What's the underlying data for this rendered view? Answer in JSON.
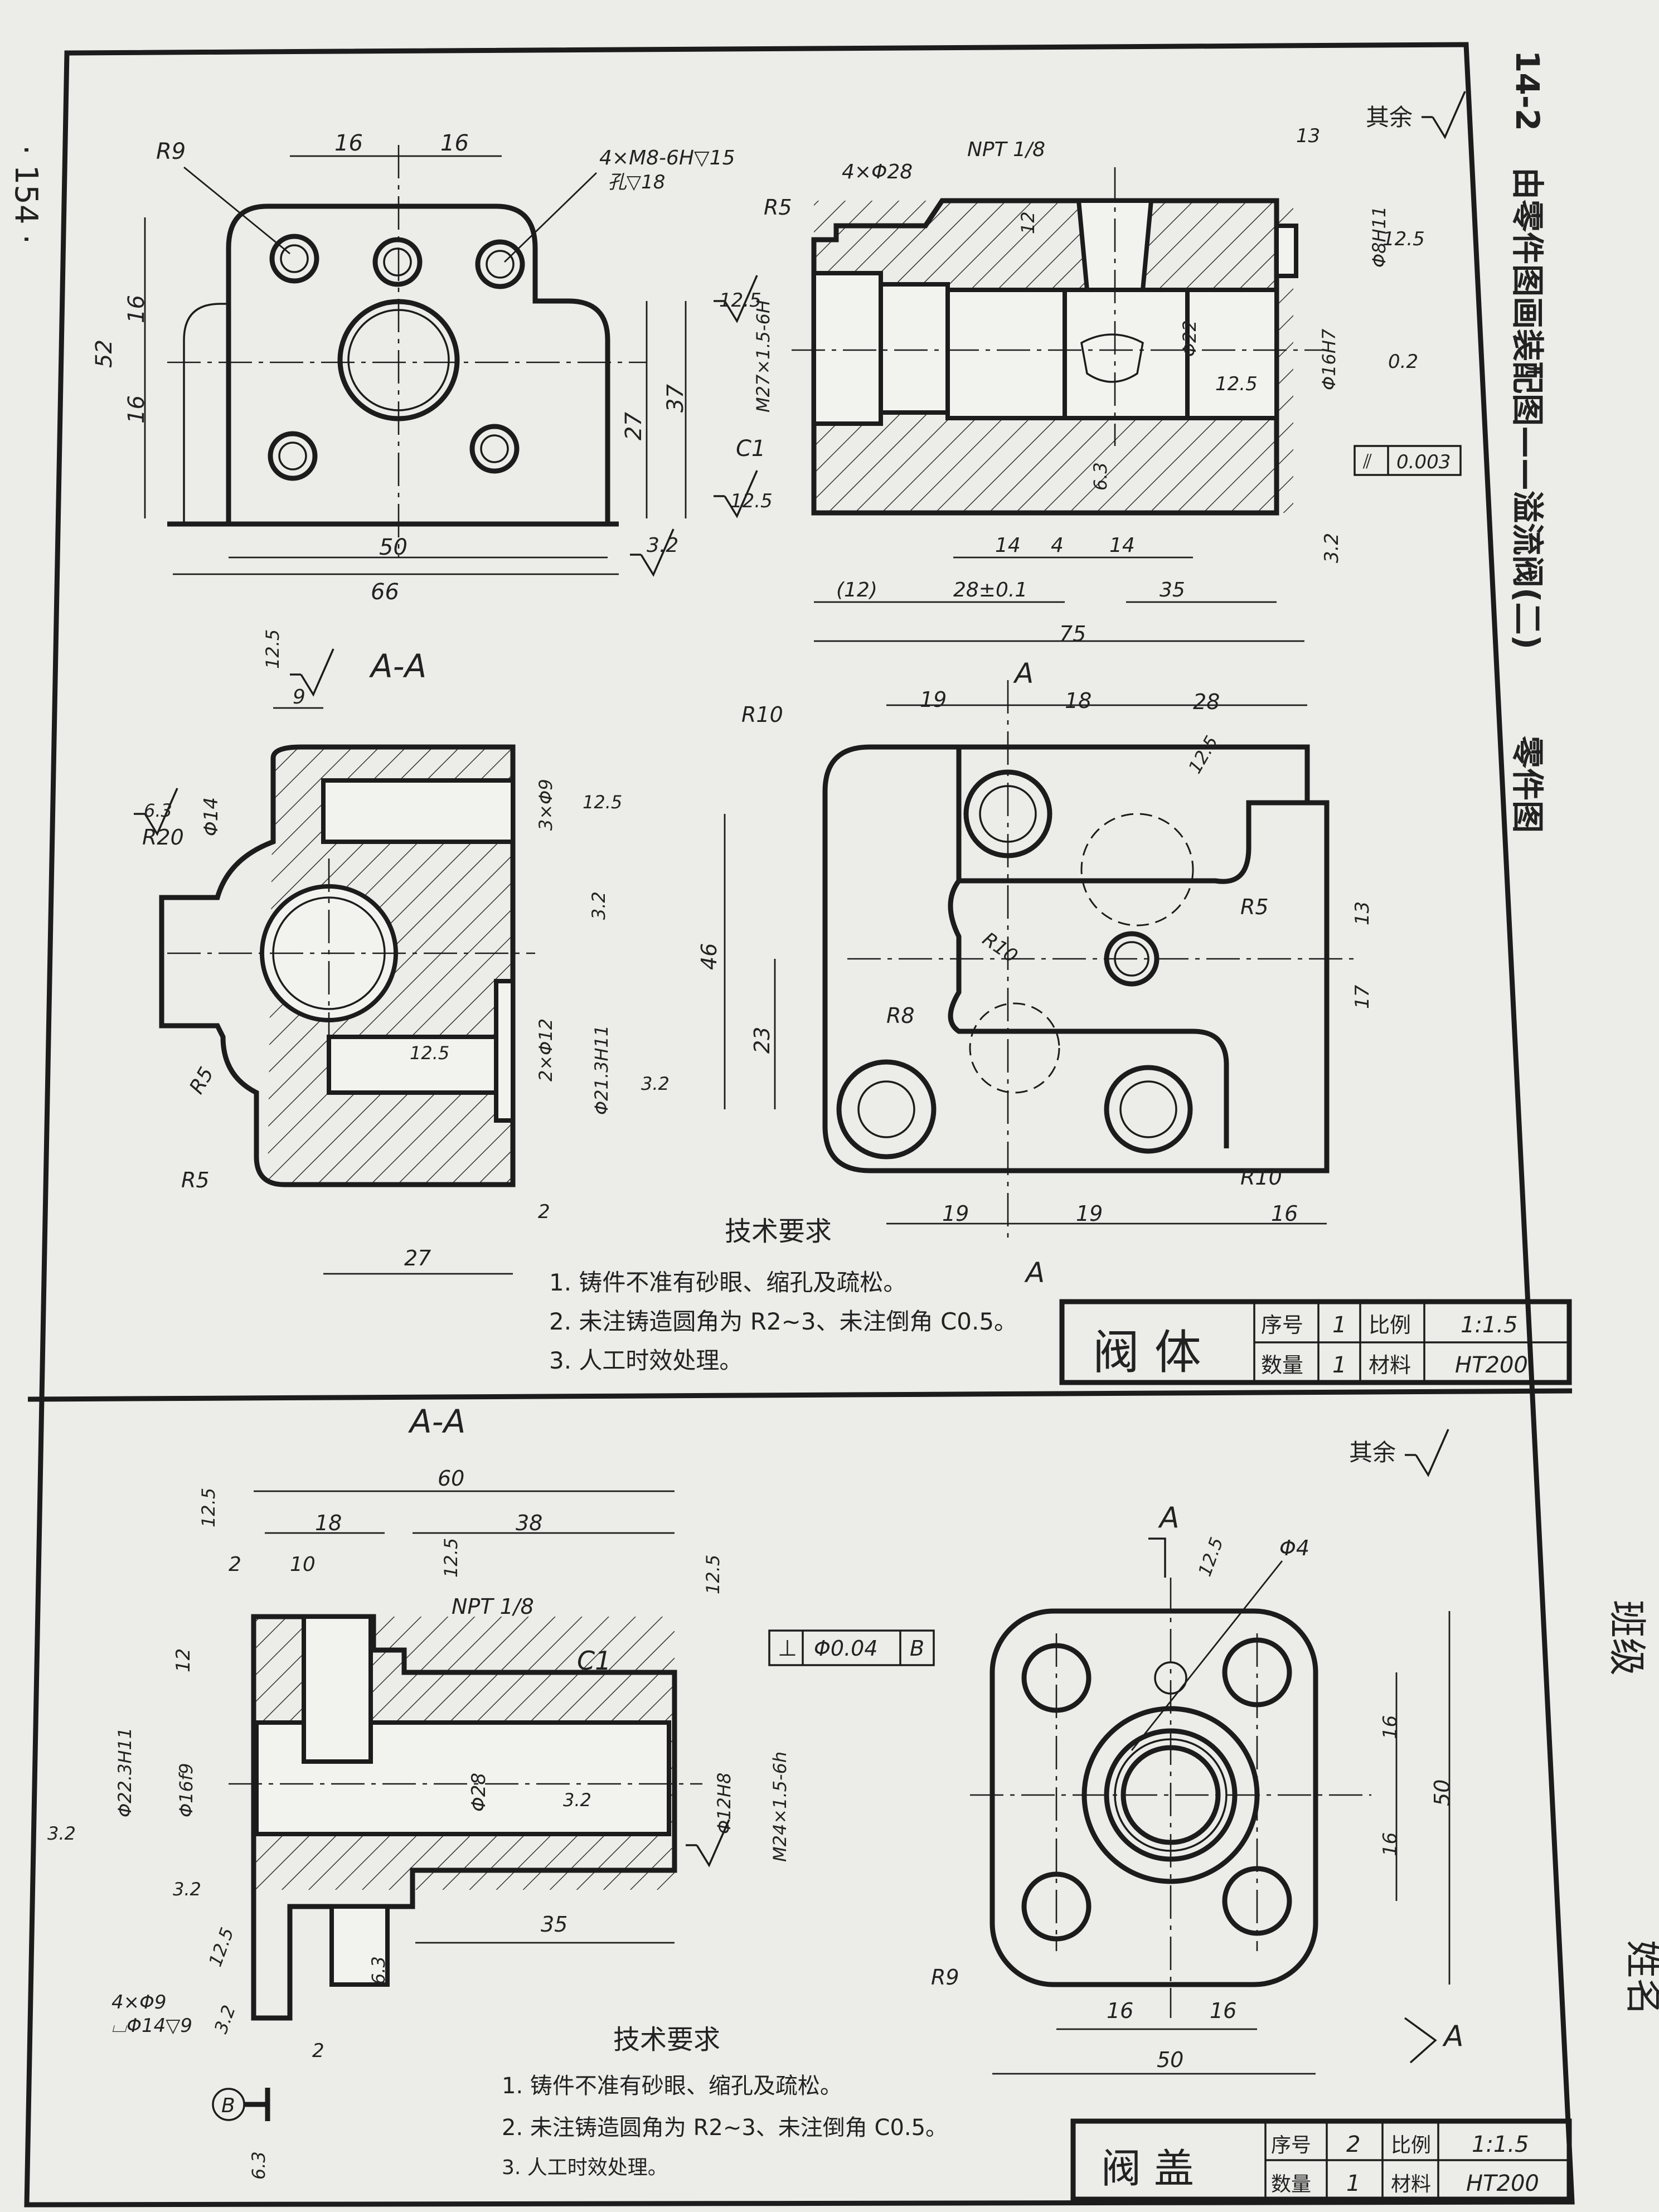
{
  "page_number": "· 154 ·",
  "header": {
    "code": "14-2",
    "title": "由零件图画装配图——溢流阀(二)",
    "subtitle": "零件图"
  },
  "side_labels": {
    "class": "班级",
    "name": "姓名"
  },
  "top_part": {
    "section_label": "A-A",
    "section_markers": [
      "A",
      "A"
    ],
    "roughness_other": "其余",
    "dims": {
      "R9": "R9",
      "d16a": "16",
      "d16b": "16",
      "thread_holes": "4×M8-6H▽15",
      "hole_depth": "孔▽18",
      "v16": "16",
      "v16b": "16",
      "v52": "52",
      "v27": "27",
      "v37": "37",
      "d50": "50",
      "d66": "66",
      "holes4": "4×Φ28",
      "npt": "NPT 1/8",
      "R5": "R5",
      "m27": "M27×1.5-6H",
      "C1": "C1",
      "d14": "14",
      "d4": "4",
      "d14b": "14",
      "d12": "(12)",
      "d28": "28±0.1",
      "d35": "35",
      "d75": "75",
      "phi22": "Φ22",
      "phi16h7": "Φ16H7",
      "phi8h11": "Φ8H11",
      "d13": "13",
      "d12b": "12",
      "flatness_val": "0.003",
      "r01": "0.2",
      "d9": "9",
      "phi14": "Φ14",
      "R20": "R20",
      "R5b": "R5",
      "R5c": "R5",
      "hole3": "3×Φ9",
      "hole2": "2×Φ12",
      "phi213": "Φ21.3H11",
      "d2": "2",
      "d27": "27",
      "R10": "R10",
      "d19": "19",
      "d18": "18",
      "d28b": "28",
      "R5d": "R5",
      "R10b": "R10",
      "R8": "R8",
      "d46": "46",
      "d23": "23",
      "d13b": "13",
      "d17": "17",
      "R10c": "R10",
      "d19b": "19",
      "d19c": "19",
      "d16c": "16"
    },
    "roughness": [
      "3.2",
      "12.5",
      "12.5",
      "6.3",
      "12.5",
      "12.5",
      "3.2",
      "12.5",
      "6.3",
      "12.5",
      "12.5",
      "3.2",
      "3.2",
      "12.5"
    ],
    "tech_title": "技术要求",
    "tech": [
      "1. 铸件不准有砂眼、缩孔及疏松。",
      "2. 未注铸造圆角为 R2~3、未注倒角 C0.5。",
      "3. 人工时效处理。"
    ],
    "title_block": {
      "name": "阀 体",
      "labels": [
        "序号",
        "比例",
        "数量",
        "材料"
      ],
      "values": [
        "1",
        "1:1.5",
        "1",
        "HT200"
      ]
    }
  },
  "bottom_part": {
    "section_label": "A-A",
    "roughness_other": "其余",
    "dims": {
      "d60": "60",
      "d18": "18",
      "d38": "38",
      "d2": "2",
      "d10": "10",
      "d12": "12",
      "npt": "NPT 1/8",
      "C1": "C1",
      "phi223": "Φ22.3H11",
      "phi16f9": "Φ16f9",
      "phi28": "Φ28",
      "phi12h8": "Φ12H8",
      "m24": "M24×1.5-6h",
      "d35": "35",
      "holes": "4×Φ9",
      "cbore": "⌴Φ14▽9",
      "d2b": "2",
      "gtol_sym": "⊥",
      "gtol_val": "Φ0.04",
      "gtol_ref": "B",
      "datum": "B",
      "phi4": "Φ4",
      "R9": "R9",
      "d16a": "16",
      "d16b": "16",
      "d50a": "50",
      "d16c": "16",
      "d16d": "16",
      "d50b": "50"
    },
    "roughness": [
      "12.5",
      "12.5",
      "12.5",
      "3.2",
      "3.2",
      "3.2",
      "12.5",
      "3.2",
      "6.3",
      "6.3",
      "12.5"
    ],
    "section_markers": [
      "A",
      "A"
    ],
    "tech_title": "技术要求",
    "tech": [
      "1. 铸件不准有砂眼、缩孔及疏松。",
      "2. 未注铸造圆角为 R2~3、未注倒角 C0.5。",
      "3. 人工时效处理。"
    ],
    "title_block": {
      "name": "阀 盖",
      "labels": [
        "序号",
        "比例",
        "数量",
        "材料"
      ],
      "values": [
        "2",
        "1:1.5",
        "1",
        "HT200"
      ]
    }
  }
}
